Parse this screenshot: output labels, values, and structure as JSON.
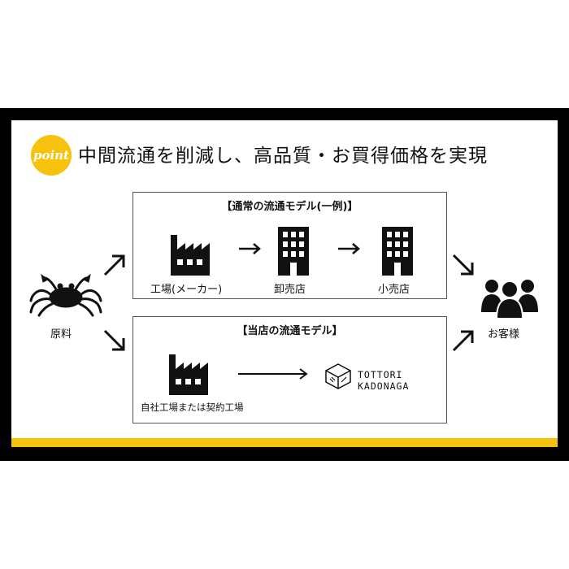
{
  "colors": {
    "accent": "#f6c20d",
    "frame": "#000000"
  },
  "badge": {
    "label": "point"
  },
  "headline": "中間流通を削減し、高品質・お買得価格を実現",
  "source": {
    "label": "原料",
    "icon": "crab-icon"
  },
  "customer": {
    "label": "お客様",
    "icon": "people-icon"
  },
  "standard_model": {
    "title": "【通常の流通モデル(一例)】",
    "steps": [
      {
        "label": "工場(メーカー)",
        "icon": "factory-icon"
      },
      {
        "label": "卸売店",
        "icon": "building-icon"
      },
      {
        "label": "小売店",
        "icon": "building-icon"
      }
    ]
  },
  "store_model": {
    "title": "【当店の流通モデル】",
    "factory_label": "自社工場または契約工場",
    "brand_line1": "TOTTORI",
    "brand_line2": "KADONAGA"
  }
}
